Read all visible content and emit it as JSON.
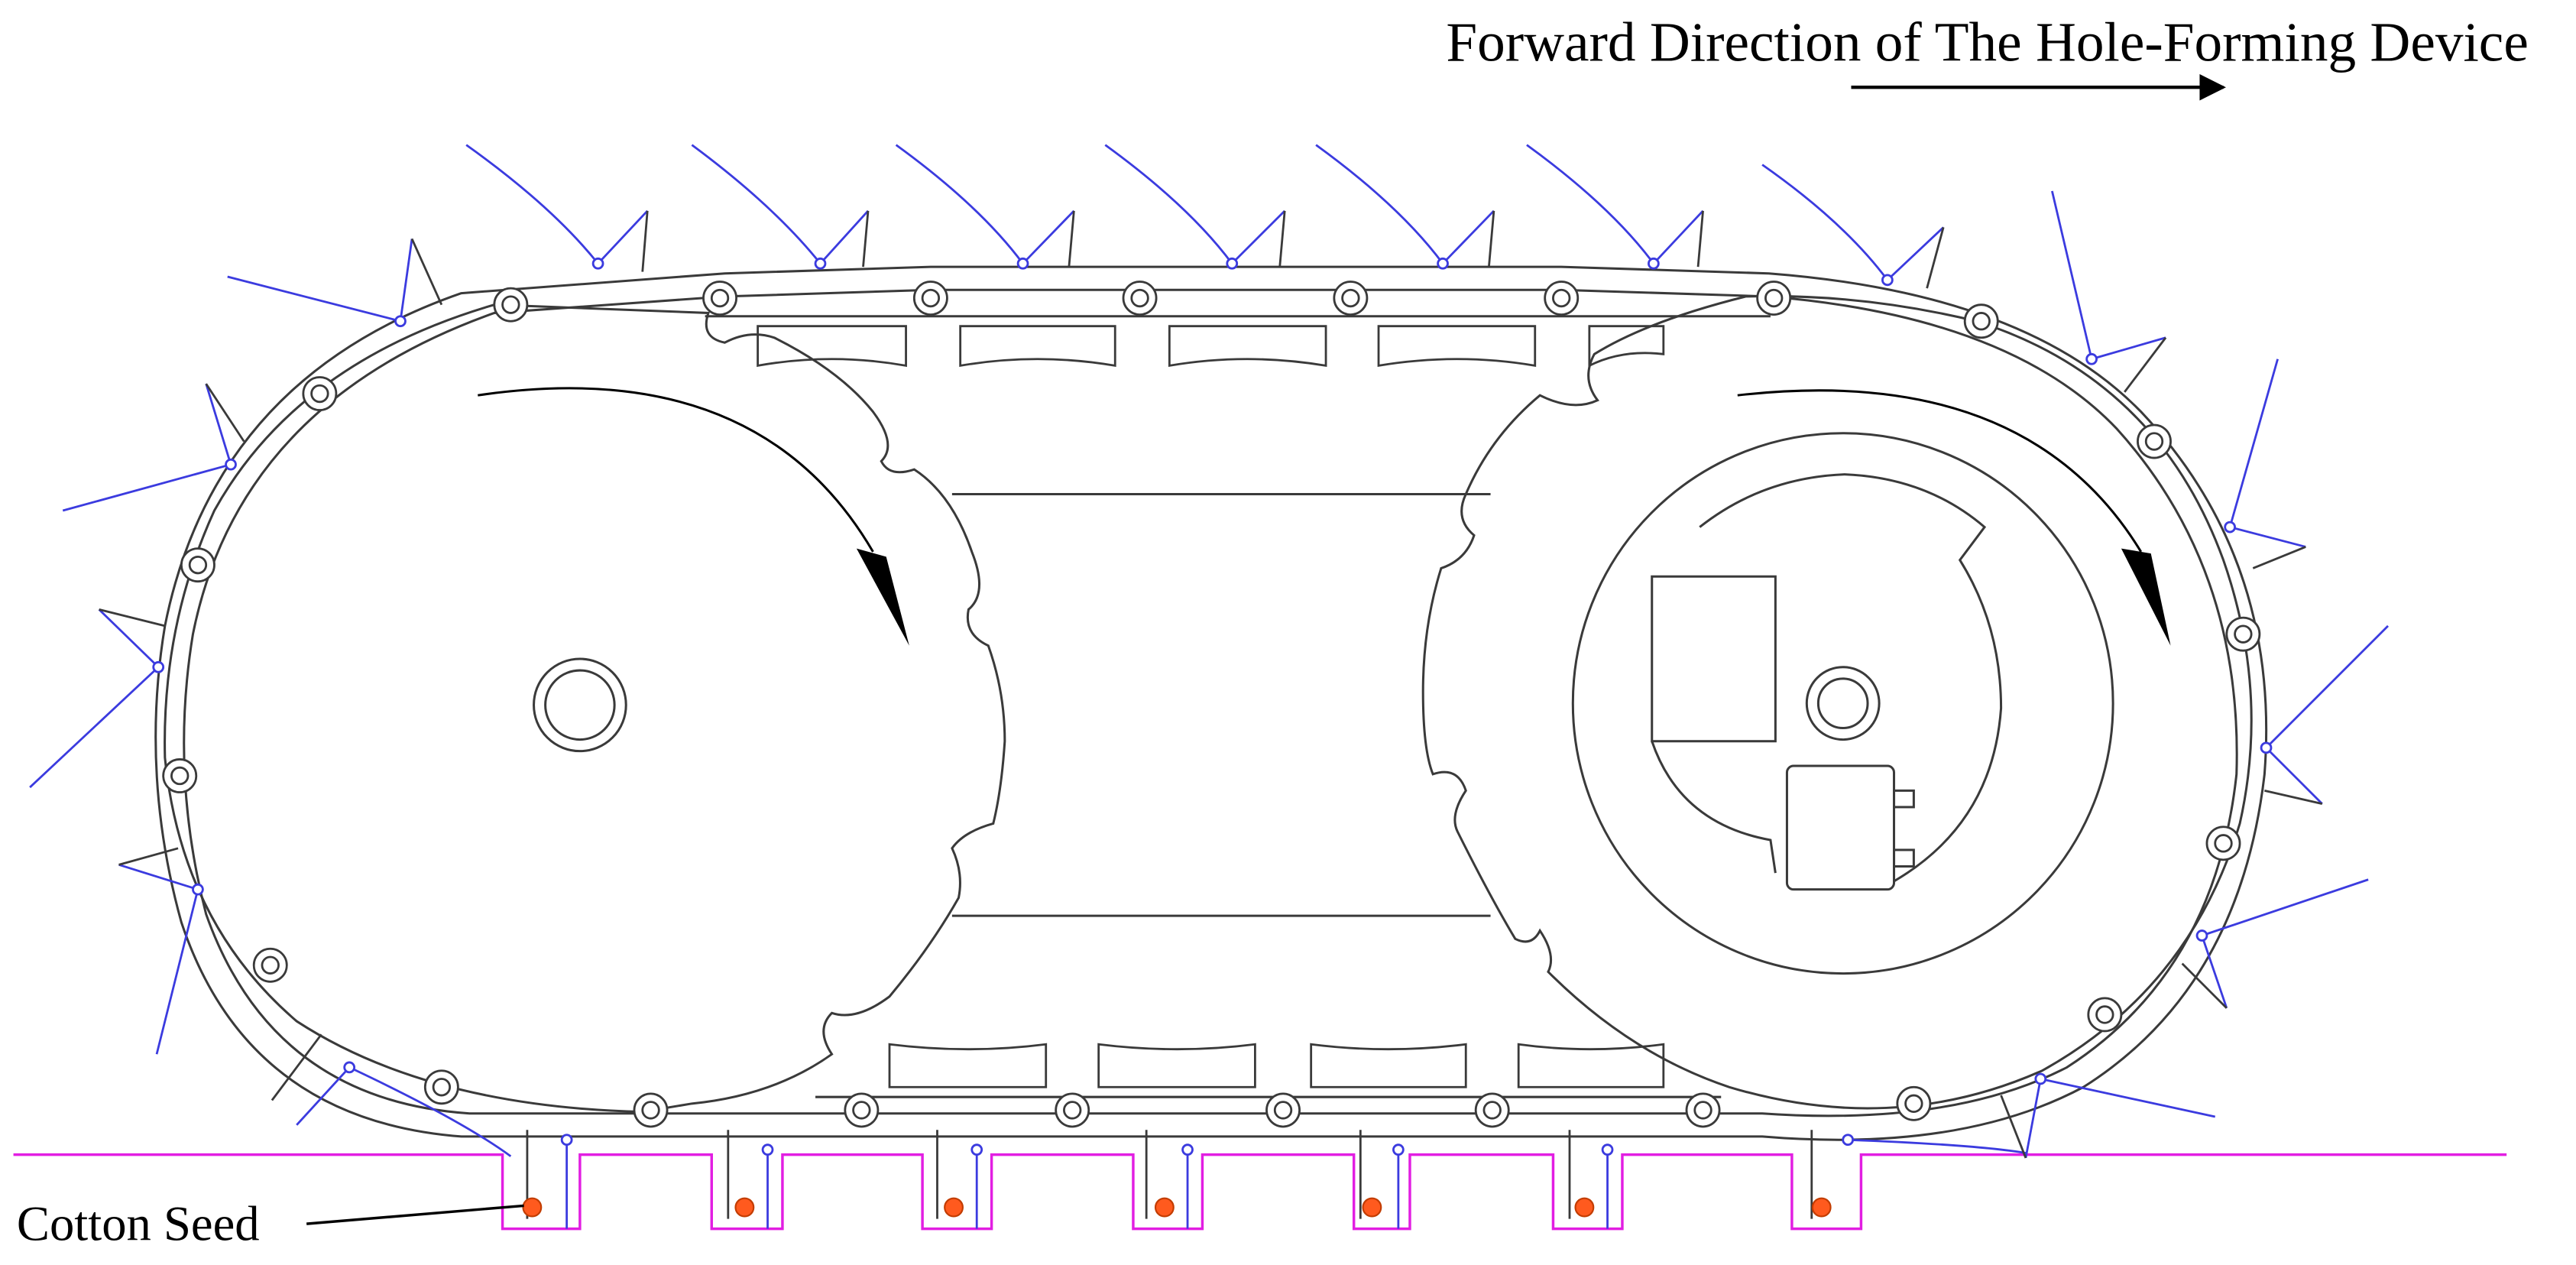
{
  "labels": {
    "direction": "Forward Direction of The Hole-Forming Device",
    "seed": "Cotton Seed"
  },
  "colors": {
    "outline": "#3a3a3a",
    "tine": "#3b3bdf",
    "ground": "#e21ee2",
    "seed_fill": "#ff5a1e",
    "seed_stroke": "#c23c00"
  },
  "counts": {
    "seed_holes": 7
  }
}
